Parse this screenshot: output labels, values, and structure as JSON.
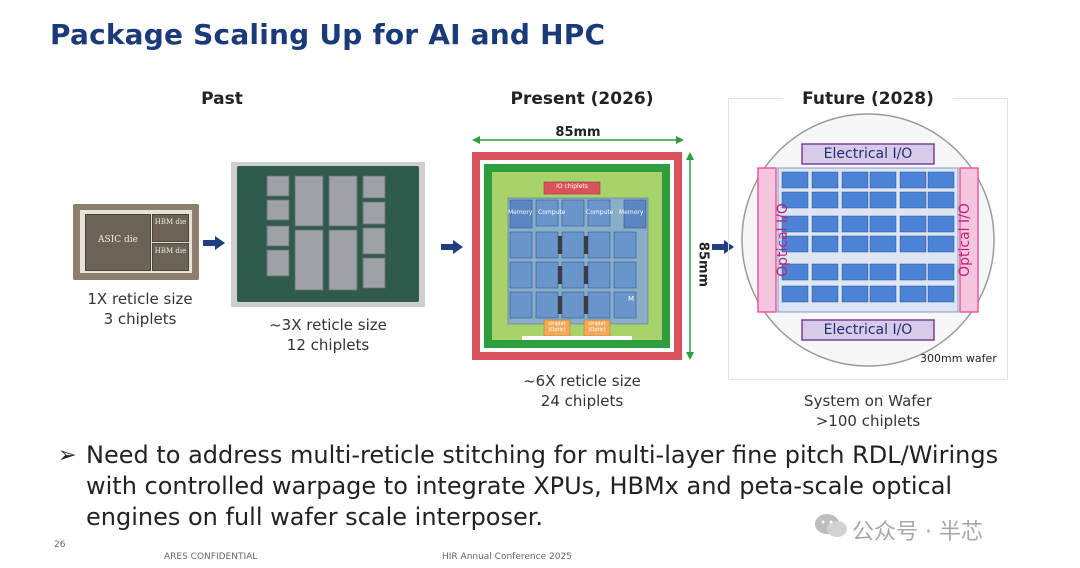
{
  "slide": {
    "title": "Package Scaling Up for AI and HPC",
    "page_number": "26",
    "footer_left": "ARES CONFIDENTIAL",
    "footer_center": "HIR Annual Conference 2025",
    "watermark": "公众号 · 半芯"
  },
  "past": {
    "heading": "Past",
    "asic": {
      "asic_label": "ASIC die",
      "hbm1": "HBM die",
      "hbm2": "HBM die",
      "caption1": "1X reticle size",
      "caption2": "3 chiplets"
    },
    "big": {
      "caption1": "~3X reticle size",
      "caption2": "12 chiplets"
    }
  },
  "present": {
    "heading": "Present (2026)",
    "width_label": "85mm",
    "height_label": "85mm",
    "io_label": "IO chiplets",
    "memory_label": "Memory",
    "compute_label": "Compute",
    "m_label": "M",
    "chiplet_optic": "chiplet (Optic)",
    "caption1": "~6X reticle size",
    "caption2": "24 chiplets"
  },
  "future": {
    "heading": "Future (2028)",
    "electrical_top": "Electrical I/O",
    "electrical_bottom": "Electrical I/O",
    "optical_left": "Optical I/O",
    "optical_right": "Optical I/O",
    "wafer_label": "300mm wafer",
    "caption1": "System on Wafer",
    "caption2": ">100 chiplets"
  },
  "bullet": {
    "symbol": "➢",
    "text": "Need to address multi-reticle stitching for multi-layer fine pitch RDL/Wirings with controlled warpage to integrate XPUs, HBMx and peta-scale optical engines on full wafer scale interposer."
  },
  "colors": {
    "title": "#1a3a7a",
    "arrow": "#1f3f7f",
    "package_red": "#d9535c",
    "package_green": "#2e9e3e",
    "electrical_purple": "#7a3fa0",
    "optical_pink": "#e85aa0"
  }
}
